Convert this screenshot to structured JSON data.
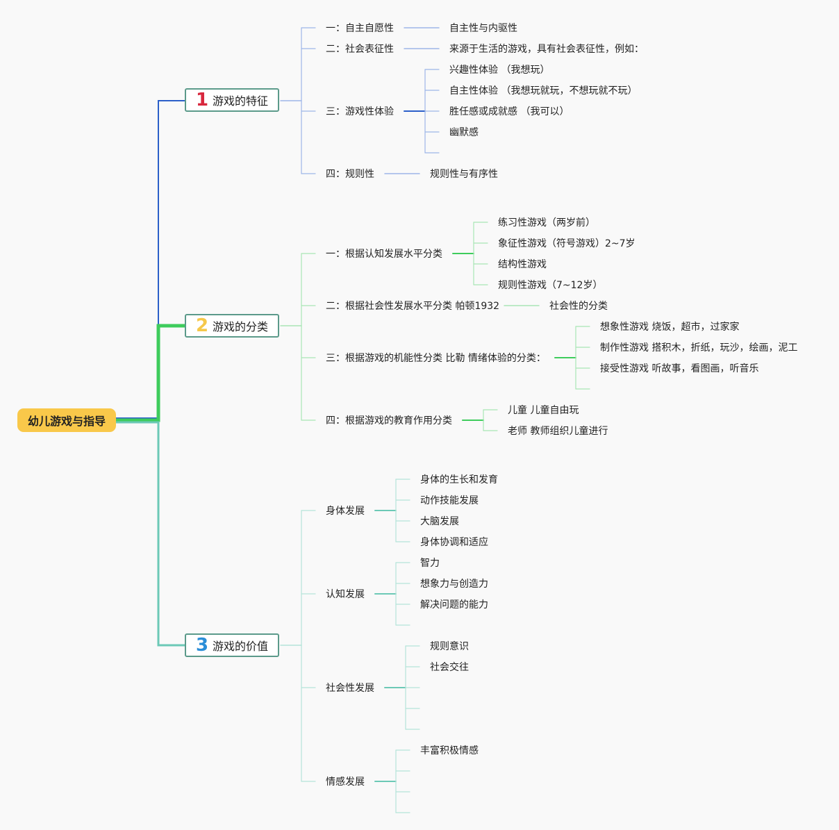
{
  "root": {
    "label": "幼儿游戏与指导"
  },
  "colors": {
    "cat1": "#2b5fc9",
    "cat2": "#3ecc5c",
    "cat3": "#6cc9b6",
    "cat1_num": "#d8283e",
    "cat2_num": "#f5c84a",
    "cat3_num": "#2b8ed8"
  },
  "categories": [
    {
      "number": "1",
      "label": "游戏的特征",
      "items": [
        {
          "label": "一：自主自愿性",
          "children": [
            "自主性与内驱性"
          ]
        },
        {
          "label": "二：社会表征性",
          "children": [
            "来源于生活的游戏，具有社会表征性，例如："
          ]
        },
        {
          "label": "三：游戏性体验",
          "children": [
            "兴趣性体验 （我想玩）",
            "自主性体验 （我想玩就玩，不想玩就不玩）",
            "胜任感或成就感 （我可以）",
            "幽默感",
            ""
          ]
        },
        {
          "label": "四：规则性",
          "children": [
            "规则性与有序性"
          ]
        }
      ]
    },
    {
      "number": "2",
      "label": "游戏的分类",
      "items": [
        {
          "label": "一：根据认知发展水平分类",
          "children": [
            "练习性游戏（两岁前）",
            "象征性游戏（符号游戏）2~7岁",
            "结构性游戏",
            "规则性游戏（7~12岁）"
          ]
        },
        {
          "label": "二：根据社会性发展水平分类 帕顿1932",
          "children": [
            "社会性的分类"
          ]
        },
        {
          "label": "三：根据游戏的机能性分类 比勒 情绪体验的分类：",
          "children": [
            "想象性游戏 烧饭，超市，过家家",
            "制作性游戏 搭积木，折纸，玩沙，绘画，泥工",
            "接受性游戏 听故事，看图画，听音乐",
            ""
          ]
        },
        {
          "label": "四：根据游戏的教育作用分类",
          "children": [
            "儿童 儿童自由玩",
            "老师 教师组织儿童进行"
          ]
        }
      ]
    },
    {
      "number": "3",
      "label": "游戏的价值",
      "items": [
        {
          "label": "身体发展",
          "children": [
            "身体的生长和发育",
            "动作技能发展",
            "大脑发展",
            "身体协调和适应"
          ]
        },
        {
          "label": "认知发展",
          "children": [
            "智力",
            "想象力与创造力",
            "解决问题的能力",
            ""
          ]
        },
        {
          "label": "社会性发展",
          "children": [
            "规则意识",
            "社会交往",
            "",
            "",
            ""
          ]
        },
        {
          "label": "情感发展",
          "children": [
            "丰富积极情感",
            "",
            "",
            ""
          ]
        }
      ]
    }
  ]
}
